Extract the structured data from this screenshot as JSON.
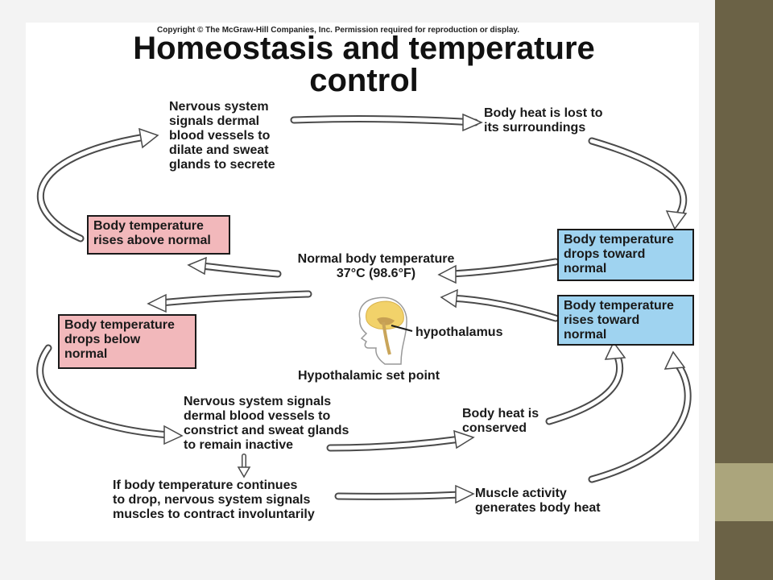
{
  "copyright": "Copyright © The McGraw-Hill Companies, Inc. Permission required for reproduction or display.",
  "title": "Homeostasis and temperature\ncontrol",
  "nodes": {
    "nervous_dilate": "Nervous system\nsignals dermal\nblood vessels to\ndilate and sweat\nglands to secrete",
    "heat_lost": "Body heat is lost to\nits surroundings",
    "rises_above": "Body temperature\nrises above normal",
    "drops_toward": "Body temperature\ndrops toward\nnormal",
    "normal_temp": "Normal body temperature\n37°C (98.6°F)",
    "rises_toward": "Body temperature\nrises toward\nnormal",
    "drops_below": "Body temperature\ndrops below\nnormal",
    "hypothalamus": "hypothalamus",
    "set_point": "Hypothalamic set point",
    "nervous_constrict": "Nervous system signals\ndermal blood vessels to\nconstrict and sweat glands\nto remain inactive",
    "heat_conserved": "Body heat is\nconserved",
    "continues_drop": "If body temperature continues\nto drop, nervous system signals\nmuscles to contract involuntarily",
    "muscle_activity": "Muscle activity\ngenerates body heat"
  },
  "colors": {
    "pink_box": "#f2b8bb",
    "blue_box": "#9fd3f0",
    "arrow_fill": "#ffffff",
    "arrow_stroke": "#4a4a4a",
    "side_dark": "#6b6246",
    "side_light": "#aba57c"
  },
  "icons": [
    "head-brain-icon"
  ]
}
